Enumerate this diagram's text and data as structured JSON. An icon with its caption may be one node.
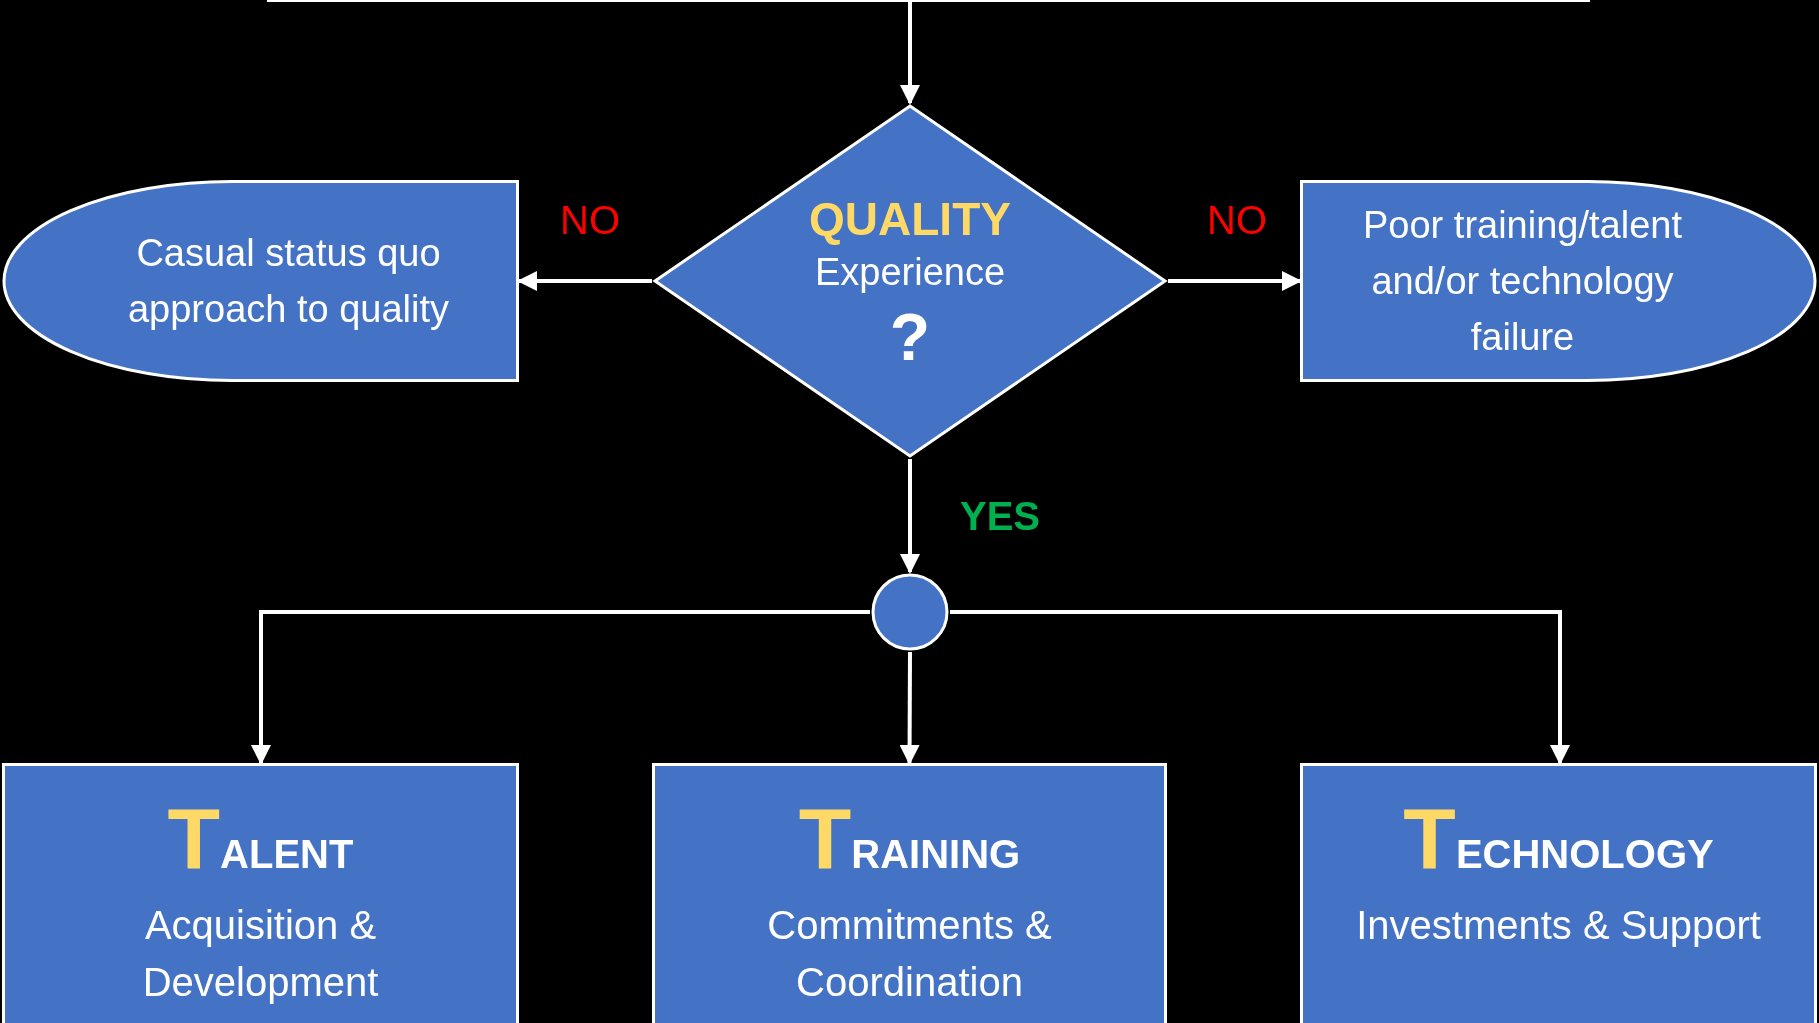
{
  "diagram": {
    "nodes": [
      {
        "text": [],
        "shape": "box"
      },
      {
        "text": [
          "QUALITY",
          "Experience",
          "?"
        ]
      },
      {
        "text": [
          "Casual status quo approach to quality"
        ]
      },
      {
        "text": [
          "Poor training/talent and/or technology failure"
        ]
      },
      {
        "text": [],
        "shape": "circle"
      },
      {
        "text": [
          "TALENT",
          "Acquisition & Development"
        ]
      },
      {
        "text": [
          "TRAINING",
          "Commitments & Coordination"
        ]
      },
      {
        "text": [
          "TECHNOLOGY",
          "Investments & Support"
        ]
      }
    ],
    "edges": [
      {
        "from": 0,
        "to": 1,
        "arrow": "to"
      },
      {
        "from": 1,
        "to": 2,
        "arrow": "to",
        "label": "NO"
      },
      {
        "from": 1,
        "to": 3,
        "arrow": "to",
        "label": "NO"
      },
      {
        "from": 1,
        "to": 4,
        "arrow": "to",
        "label": "YES"
      },
      {
        "from": 4,
        "to": 5,
        "arrow": "to"
      },
      {
        "from": 4,
        "to": 6,
        "arrow": "to"
      },
      {
        "from": 4,
        "to": 7,
        "arrow": "to"
      }
    ]
  }
}
